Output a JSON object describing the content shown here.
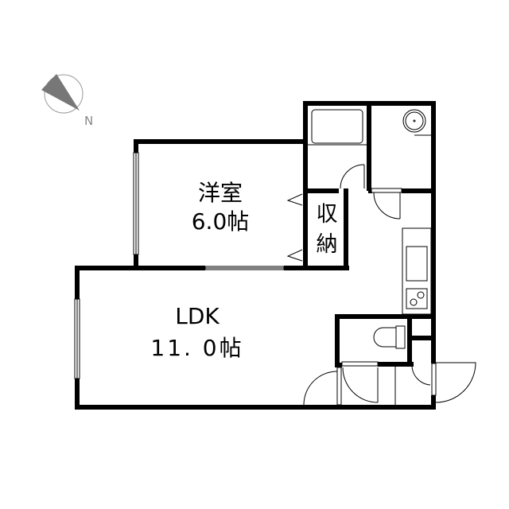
{
  "compass": {
    "label": "N",
    "icon": "north-arrow-icon"
  },
  "rooms": {
    "western": {
      "name": "洋室",
      "size": "6.0帖"
    },
    "storage": {
      "name_line1": "収",
      "name_line2": "納"
    },
    "ldk": {
      "name": "LDK",
      "size": "11. 0帖"
    }
  },
  "colors": {
    "wall": "#000000",
    "compass_fill": "#777777",
    "compass_stroke": "#999999"
  }
}
